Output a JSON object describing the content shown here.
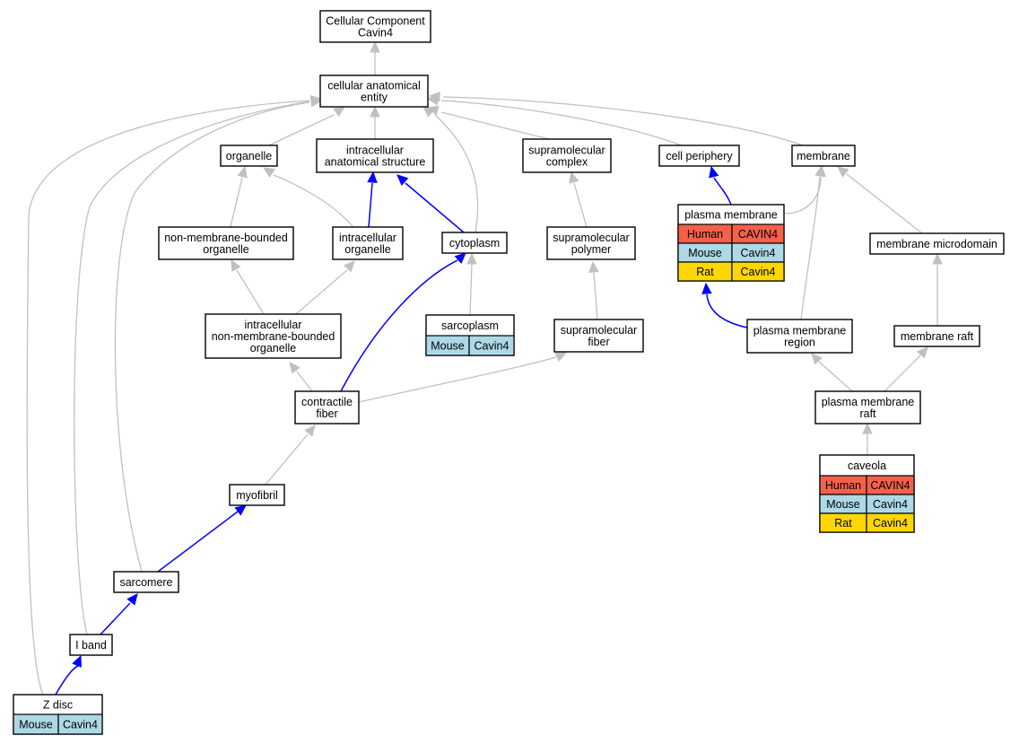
{
  "colors": {
    "human": "#f4614a",
    "mouse": "#add8e6",
    "rat": "#ffd700",
    "edge_is_a": "#c0c0c0",
    "edge_part_of": "#0000ff"
  },
  "nodes": {
    "root": {
      "lines": [
        "Cellular Component",
        "Cavin4"
      ]
    },
    "cae": {
      "lines": [
        "cellular anatomical",
        "entity"
      ]
    },
    "organelle": {
      "lines": [
        "organelle"
      ]
    },
    "ias": {
      "lines": [
        "intracellular",
        "anatomical structure"
      ]
    },
    "smcomplex": {
      "lines": [
        "supramolecular",
        "complex"
      ]
    },
    "cellperiphery": {
      "lines": [
        "cell periphery"
      ]
    },
    "membrane": {
      "lines": [
        "membrane"
      ]
    },
    "nmbo": {
      "lines": [
        "non-membrane-bounded",
        "organelle"
      ]
    },
    "intorg": {
      "lines": [
        "intracellular",
        "organelle"
      ]
    },
    "cytoplasm": {
      "lines": [
        "cytoplasm"
      ]
    },
    "smpolymer": {
      "lines": [
        "supramolecular",
        "polymer"
      ]
    },
    "intnmbo": {
      "lines": [
        "intracellular",
        "non-membrane-bounded",
        "organelle"
      ]
    },
    "smfiber": {
      "lines": [
        "supramolecular",
        "fiber"
      ]
    },
    "contractile": {
      "lines": [
        "contractile",
        "fiber"
      ]
    },
    "myofibril": {
      "lines": [
        "myofibril"
      ]
    },
    "sarcomere": {
      "lines": [
        "sarcomere"
      ]
    },
    "iband": {
      "lines": [
        "I band"
      ]
    },
    "pmregion": {
      "lines": [
        "plasma membrane",
        "region"
      ]
    },
    "membraneraft": {
      "lines": [
        "membrane raft"
      ]
    },
    "mmicrodomain": {
      "lines": [
        "membrane microdomain"
      ]
    },
    "pmraft": {
      "lines": [
        "plasma membrane",
        "raft"
      ]
    }
  },
  "tables": {
    "plasmamembrane": {
      "title": "plasma membrane",
      "rows": [
        {
          "species": "Human",
          "gene": "CAVIN4",
          "color": "#f4614a"
        },
        {
          "species": "Mouse",
          "gene": "Cavin4",
          "color": "#add8e6"
        },
        {
          "species": "Rat",
          "gene": "Cavin4",
          "color": "#ffd700"
        }
      ]
    },
    "sarcoplasm": {
      "title": "sarcoplasm",
      "rows": [
        {
          "species": "Mouse",
          "gene": "Cavin4",
          "color": "#add8e6"
        }
      ]
    },
    "caveola": {
      "title": "caveola",
      "rows": [
        {
          "species": "Human",
          "gene": "CAVIN4",
          "color": "#f4614a"
        },
        {
          "species": "Mouse",
          "gene": "Cavin4",
          "color": "#add8e6"
        },
        {
          "species": "Rat",
          "gene": "Cavin4",
          "color": "#ffd700"
        }
      ]
    },
    "zdisc": {
      "title": "Z disc",
      "rows": [
        {
          "species": "Mouse",
          "gene": "Cavin4",
          "color": "#add8e6"
        }
      ]
    }
  }
}
